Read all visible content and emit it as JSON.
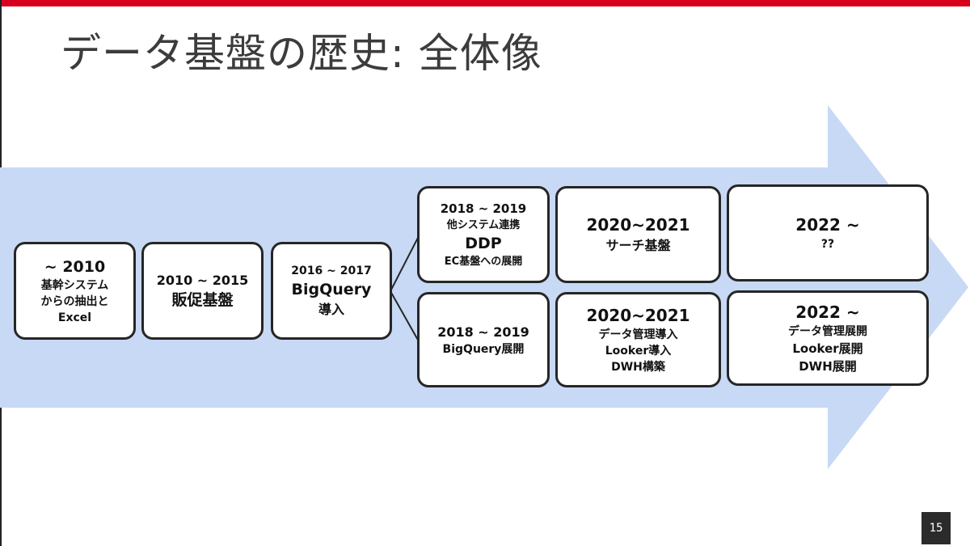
{
  "title": "データ基盤の歴史: 全体像",
  "page_number": "15",
  "colors": {
    "accent_bar": "#d6001c",
    "arrow_fill": "#c8d9f5",
    "box_border": "#262626",
    "title_text": "#3c3c3c"
  },
  "boxes": {
    "pre2010": {
      "year": "~ 2010",
      "line1": "基幹システム",
      "line2": "からの抽出と",
      "line3": "Excel"
    },
    "p2010": {
      "year": "2010 ~ 2015",
      "line1": "販促基盤"
    },
    "p2016": {
      "year": "2016 ~ 2017",
      "line1": "BigQuery",
      "line2": "導入"
    },
    "p2018a": {
      "year": "2018 ~ 2019",
      "line1": "他システム連携",
      "line2": "DDP",
      "line3": "EC基盤への展開"
    },
    "p2018b": {
      "year": "2018 ~ 2019",
      "line1": "BigQuery展開"
    },
    "p2020a": {
      "year": "2020~2021",
      "line1": "サーチ基盤"
    },
    "p2020b": {
      "year": "2020~2021",
      "line1": "データ管理導入",
      "line2": "Looker導入",
      "line3": "DWH構築"
    },
    "p2022a": {
      "year": "2022 ~",
      "line1": "??"
    },
    "p2022b": {
      "year": "2022 ~",
      "line1": "データ管理展開",
      "line2": "Looker展開",
      "line3": "DWH展開"
    }
  }
}
